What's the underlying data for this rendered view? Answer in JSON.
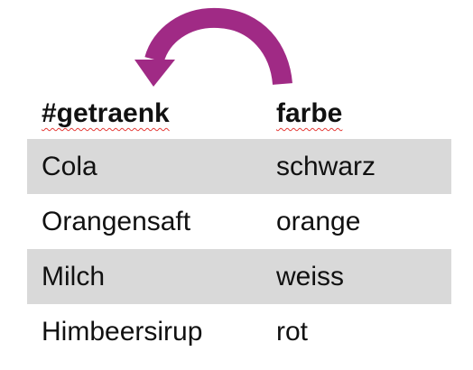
{
  "arrow": {
    "icon": "curved-arrow-left-icon",
    "color": "#a02a85"
  },
  "table": {
    "headers": [
      "#getraenk",
      "farbe"
    ],
    "rows": [
      [
        "Cola",
        "schwarz"
      ],
      [
        "Orangensaft",
        "orange"
      ],
      [
        "Milch",
        "weiss"
      ],
      [
        "Himbeersirup",
        "rot"
      ]
    ],
    "shaded_row_color": "#d9d9d9"
  }
}
